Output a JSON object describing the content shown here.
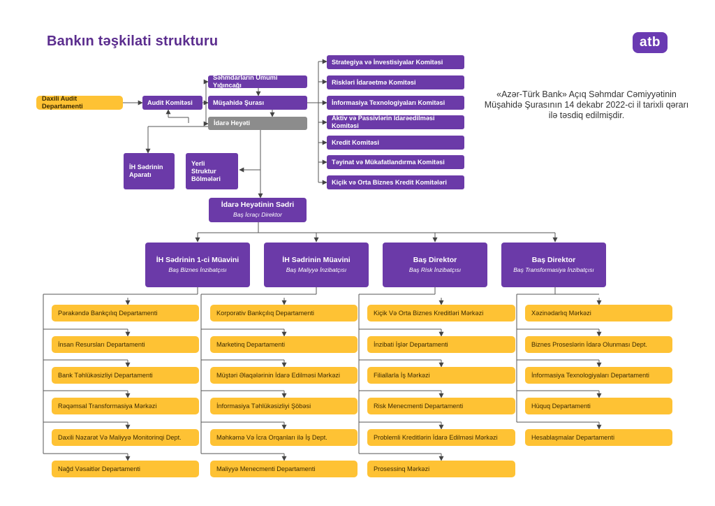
{
  "title": "Bankın təşkilati strukturu",
  "logo": "atb",
  "note": "«Azər-Türk Bank» Açıq Səhmdar Cəmiyyətinin Müşahidə Şurasının 14 dekabr 2022-ci il tarixli qərarı ilə təsdiq edilmişdir.",
  "governance": {
    "internal_audit": "Daxili Audit Departamenti",
    "audit_committee": "Audit Komitəsi",
    "general_meeting": "Səhmdarların Ümumi Yığıncağı",
    "supervisory_board": "Müşahidə Şurası",
    "management_board": "İdarə Heyəti",
    "chairman_office": [
      "İH Sədrinin",
      "Aparatı"
    ],
    "local_units": [
      "Yerli",
      "Struktur",
      "Bölmələri"
    ]
  },
  "committees": [
    "Strategiya və İnvestisiyalar Komitəsi",
    "Riskləri İdarəetmə Komitəsi",
    "İnformasiya Texnologiyaları Komitəsi",
    "Aktiv və Passivlərin İdarəedilməsi Komitəsi",
    "Kredit Komitəsi",
    "Təyinat və Mükafatlandırma Komitəsi",
    "Kiçik və Orta Biznes Kredit Komitələri"
  ],
  "ceo": {
    "title": "İdarə Heyətinin Sədri",
    "subtitle": "Baş İcraçı Direktor"
  },
  "executives": [
    {
      "title": "İH Sədrinin 1-ci Müavini",
      "subtitle": "Baş Biznes İnzibatçısı"
    },
    {
      "title": "İH Sədrinin Müavini",
      "subtitle": "Baş Maliyyə İnzibatçısı"
    },
    {
      "title": "Baş Direktor",
      "subtitle": "Baş Risk İnzibatçısı"
    },
    {
      "title": "Baş Direktor",
      "subtitle": "Baş Transformasiya İnzibatçısı"
    }
  ],
  "departments": [
    [
      "Pərakəndə Bankçılıq Departamenti",
      "İnsan Resursları Departamenti",
      "Bank Təhlükəsizliyi Departamenti",
      "Rəqəmsal Transformasiya Mərkəzi",
      "Daxili Nəzarət Və Maliyyə Monitorinqi Dept.",
      "Nağd  Vəsaitlər Departamenti"
    ],
    [
      "Korporativ Bankçılıq Departamenti",
      "Marketinq Departamenti",
      "Müştəri Əlaqələrinin İdarə Edilməsi Mərkəzi",
      "İnformasiya Təhlükəsizliyi Şöbəsi",
      "Məhkəmə Və İcra Orqanları ilə İş Dept.",
      "Maliyyə Menecmenti Departamenti"
    ],
    [
      "Kiçik Və Orta Biznes Kreditləri Mərkəzi",
      "İnzibati İşlər Departamenti",
      "Filiallarla İş Mərkəzi",
      "Risk Menecmenti Departamenti",
      "Problemli Kreditlərin İdarə Edilməsi Mərkəzi",
      "Prosessinq Mərkəzi"
    ],
    [
      "Xəzinədarlıq Mərkəzi",
      "Biznes Proseslərin İdarə Olunması Dept.",
      "İnformasiya Texnologiyaları Departamenti",
      "Hüquq Departamenti",
      "Hesablaşmalar Departamenti"
    ]
  ],
  "colors": {
    "purple": "#6b3aa8",
    "yellow": "#fec234",
    "gray": "#8c8c8c",
    "title": "#5b2d8e"
  }
}
